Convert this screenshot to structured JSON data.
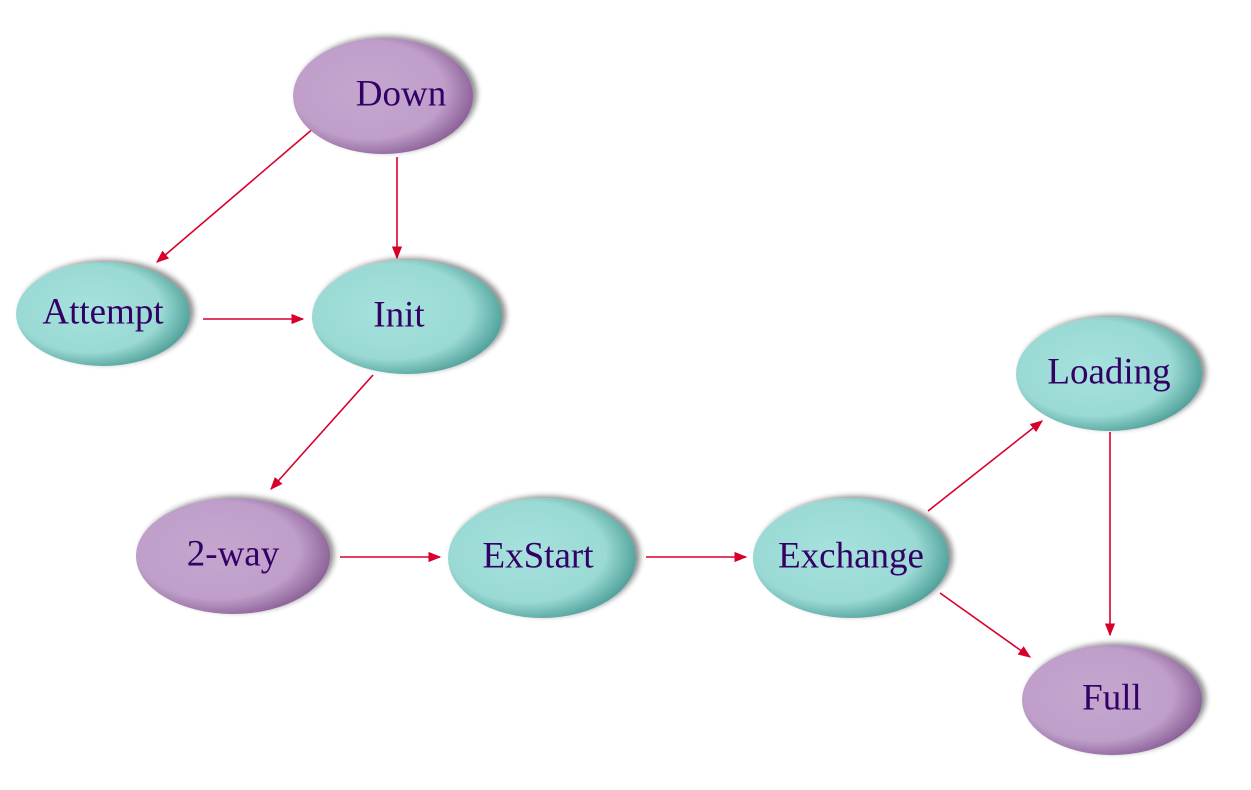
{
  "colors": {
    "purple_fill": "#c2a3cc",
    "purple_edge": "#8a5f96",
    "teal_fill": "#a3e0dc",
    "teal_edge": "#4e9f98",
    "text": "#330066",
    "arrow": "#d8002b"
  },
  "nodes": [
    {
      "id": "down",
      "label": "Down",
      "kind": "purple"
    },
    {
      "id": "attempt",
      "label": "Attempt",
      "kind": "teal"
    },
    {
      "id": "init",
      "label": "Init",
      "kind": "teal"
    },
    {
      "id": "twoway",
      "label": "2-way",
      "kind": "purple"
    },
    {
      "id": "exstart",
      "label": "ExStart",
      "kind": "teal"
    },
    {
      "id": "exchange",
      "label": "Exchange",
      "kind": "teal"
    },
    {
      "id": "loading",
      "label": "Loading",
      "kind": "teal"
    },
    {
      "id": "full",
      "label": "Full",
      "kind": "purple"
    }
  ],
  "edges": [
    {
      "from": "down",
      "to": "attempt"
    },
    {
      "from": "down",
      "to": "init"
    },
    {
      "from": "attempt",
      "to": "init"
    },
    {
      "from": "init",
      "to": "twoway"
    },
    {
      "from": "twoway",
      "to": "exstart"
    },
    {
      "from": "exstart",
      "to": "exchange"
    },
    {
      "from": "exchange",
      "to": "loading"
    },
    {
      "from": "exchange",
      "to": "full"
    },
    {
      "from": "loading",
      "to": "full"
    }
  ]
}
